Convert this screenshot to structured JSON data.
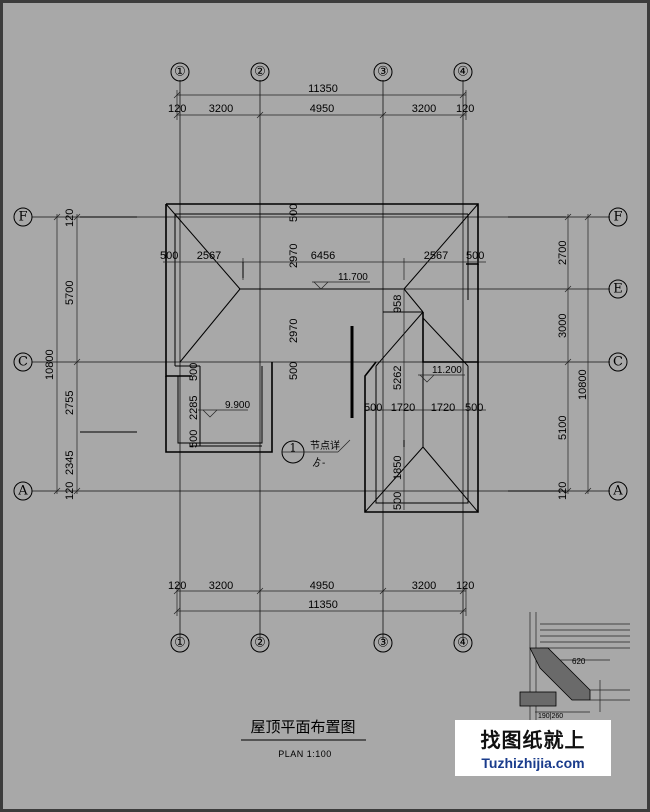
{
  "grid_columns": [
    "①",
    "②",
    "③",
    "④"
  ],
  "grid_rows": {
    "F": "F",
    "E": "E",
    "C": "C",
    "A": "A"
  },
  "dims_top": {
    "overall": "11350",
    "a": "120",
    "b": "3200",
    "c": "4950",
    "d": "3200",
    "e": "120"
  },
  "dims_bottom": {
    "overall": "11350",
    "a": "120",
    "b": "3200",
    "c": "4950",
    "d": "3200",
    "e": "120"
  },
  "dims_left": {
    "a": "120",
    "b": "5700",
    "c": "10800",
    "d": "2755",
    "e": "2345",
    "f": "120"
  },
  "dims_right": {
    "a": "2700",
    "b": "3000",
    "c": "10800",
    "d": "5100",
    "e": "120"
  },
  "inner_dims": {
    "h500a": "500",
    "h2567a": "2567",
    "h6456": "6456",
    "h2567b": "2567",
    "h500b": "500",
    "v500top": "500",
    "v2970a": "2970",
    "v2970b": "2970",
    "v500mid": "500",
    "v500l": "500",
    "v2285": "2285",
    "v500lb": "500",
    "v958": "958",
    "v5262": "5262",
    "v1850": "1850",
    "v500bot": "500",
    "h500c": "500",
    "h1720a": "1720",
    "h1720b": "1720",
    "h500d": "500"
  },
  "elevations": {
    "main": "11.700",
    "right": "11.200",
    "left": "9.900"
  },
  "detail_marker": {
    "number": "1",
    "label": "节点详",
    "sub": "ゟ-"
  },
  "detail_notes": {
    "dim620": "620",
    "dim200": "190|260"
  },
  "title": "屋顶平面布置图",
  "subtitle": "PLAN 1:100",
  "watermark": {
    "cn": "找图纸就上",
    "en": "Tuzhizhijia.com"
  }
}
